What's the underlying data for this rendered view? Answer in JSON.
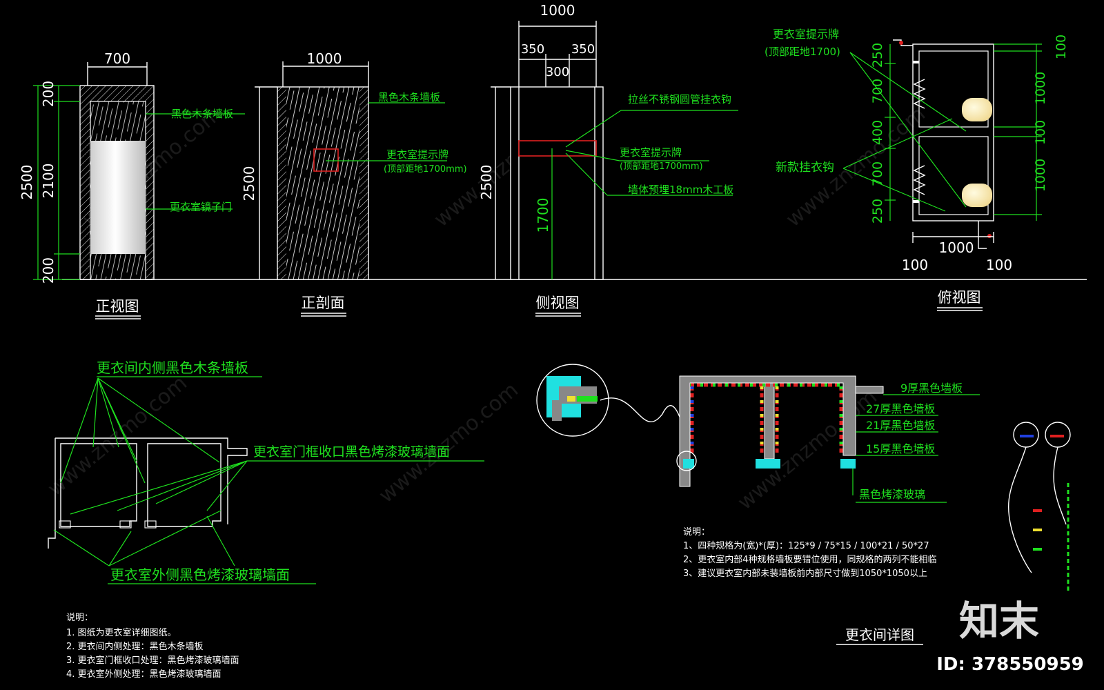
{
  "views": {
    "front": {
      "title": "正视图",
      "dims": {
        "width": "700",
        "total": "2500",
        "top": "200",
        "mid": "2100",
        "bottom": "200"
      },
      "labels": {
        "wood": "黑色木条墙板",
        "mirror": "更衣室镜子门"
      }
    },
    "section": {
      "title": "正剖面",
      "dims": {
        "width": "1000",
        "height": "2500"
      },
      "labels": {
        "wood": "黑色木条墙板",
        "sign": "更衣室提示牌",
        "sign_note": "(顶部距地1700mm)"
      }
    },
    "side": {
      "title": "侧视图",
      "dims": {
        "width": "1000",
        "left": "350",
        "right": "350",
        "center": "300",
        "height": "2500",
        "sign_h": "1700"
      },
      "labels": {
        "hook": "拉丝不锈钢圆管挂衣钩",
        "sign": "更衣室提示牌",
        "sign_note": "(顶部距地1700mm)",
        "board": "墙体预埋18mm木工板"
      }
    },
    "plan": {
      "title": "俯视图",
      "dims": {
        "a": "250",
        "b": "700",
        "c": "400",
        "d": "700",
        "e": "250",
        "r1": "100",
        "r2": "1000",
        "r3": "100",
        "r4": "1000",
        "w": "1000",
        "wl": "100",
        "wr": "100"
      },
      "labels": {
        "sign": "更衣室提示牌",
        "sign_note": "(顶部距地1700)",
        "hook": "新款挂衣钩"
      }
    }
  },
  "plan_bottom": {
    "labels": {
      "inner": "更衣间内侧黑色木条墙板",
      "frame": "更衣室门框收口黑色烤漆玻璃墙面",
      "outer": "更衣室外侧黑色烤漆玻璃墙面"
    },
    "notes": {
      "heading": "说明：",
      "items": [
        "1.    图纸为更衣室详细图纸。",
        "2.    更衣间内侧处理：黑色木条墙板",
        "3.    更衣室门框收口处理：黑色烤漆玻璃墙面",
        "4.    更衣室外侧处理：黑色烤漆玻璃墙面"
      ]
    }
  },
  "detail": {
    "title": "更衣间详图",
    "labels": {
      "p9": "9厚黑色墙板",
      "p27": "27厚黑色墙板",
      "p21": "21厚黑色墙板",
      "p15": "15厚黑色墙板",
      "glass": "黑色烤漆玻璃"
    },
    "notes": {
      "heading": "说明：",
      "items": [
        "1、四种规格为(宽)*(厚)：125*9 / 75*15 / 100*21 / 50*27",
        "2、更衣室内部4种规格墙板要错位使用，同规格的两列不能相临",
        "3、建议更衣室内部未装墙板前内部尺寸做到1050*1050以上"
      ]
    }
  },
  "brand": {
    "logo": "知末",
    "id": "ID: 378550959"
  },
  "colors": {
    "line": "#ffffff",
    "annotation": "#1fe01f",
    "accent_red": "#e02020",
    "accent_cyan": "#20e0e0"
  }
}
